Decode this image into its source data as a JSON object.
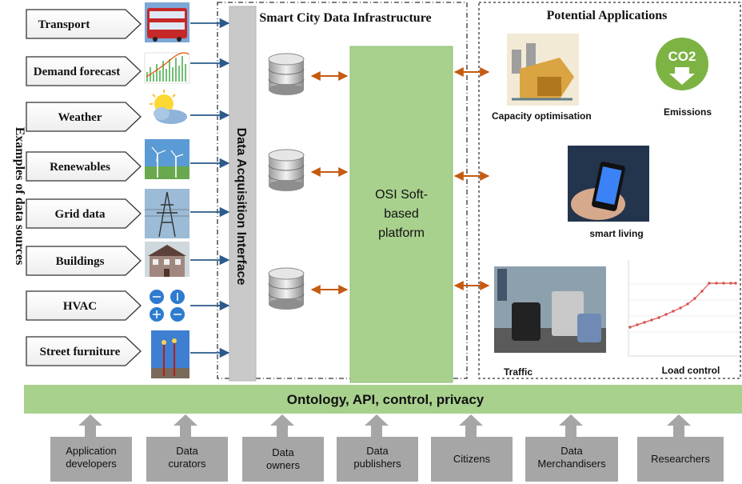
{
  "side_title": "Examples of data sources",
  "sources": [
    "Transport",
    "Demand forecast",
    "Weather",
    "Renewables",
    "Grid data",
    "Buildings",
    "HVAC",
    "Street furniture"
  ],
  "acquisition_label": "Data Acquisition Interface",
  "infrastructure_title": "Smart City Data Infrastructure",
  "platform_lines": [
    "OSI Soft-",
    "based",
    "platform"
  ],
  "applications_title": "Potential Applications",
  "applications": {
    "capacity": "Capacity optimisation",
    "emissions": "Emissions",
    "co2_badge": "CO2",
    "smart_living": "smart living",
    "traffic": "Traffic",
    "load_control": "Load control"
  },
  "bottom_bar": "Ontology, API, control, privacy",
  "users": [
    [
      "Application",
      "developers"
    ],
    [
      "Data",
      "curators"
    ],
    [
      "Data",
      "owners"
    ],
    [
      "Data",
      "publishers"
    ],
    [
      "Citizens"
    ],
    [
      "Data",
      "Merchandisers"
    ],
    [
      "Researchers"
    ]
  ],
  "colors": {
    "source_arrow": "#2c5a8a",
    "platform_green": "#a9d18e",
    "bar_green": "#a9d18e",
    "link_orange": "#c55a11",
    "user_box": "#a6a6a6",
    "acq_bar": "#c9c9c9"
  }
}
